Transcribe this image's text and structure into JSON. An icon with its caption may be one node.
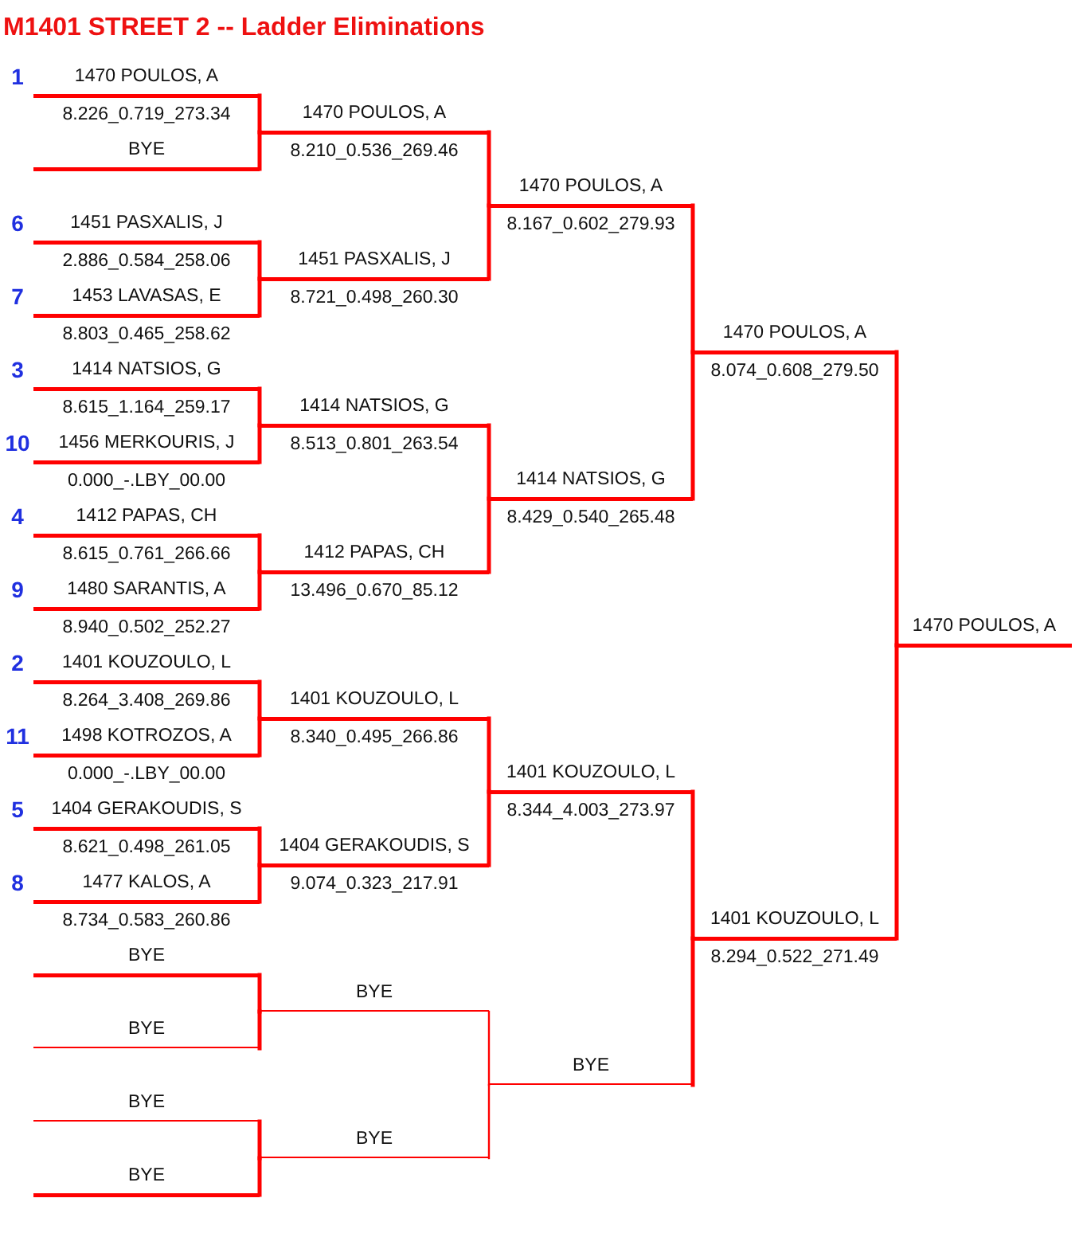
{
  "diagram": {
    "title": "M1401 STREET 2 -- Ladder Eliminations",
    "nodes": [
      {
        "text": [
          "1470 POULOS, A",
          "8.226_0.719_273.34"
        ],
        "beside": [
          "1"
        ]
      },
      {
        "text": [
          "BYE"
        ]
      },
      {
        "text": [
          "1451 PASXALIS, J",
          "2.886_0.584_258.06"
        ],
        "beside": [
          "6"
        ]
      },
      {
        "text": [
          "1453 LAVASAS, E",
          "8.803_0.465_258.62"
        ],
        "beside": [
          "7"
        ]
      },
      {
        "text": [
          "1414 NATSIOS, G",
          "8.615_1.164_259.17"
        ],
        "beside": [
          "3"
        ]
      },
      {
        "text": [
          "1456 MERKOURIS, J",
          "0.000_-.LBY_00.00"
        ],
        "beside": [
          "10"
        ]
      },
      {
        "text": [
          "1412 PAPAS, CH",
          "8.615_0.761_266.66"
        ],
        "beside": [
          "4"
        ]
      },
      {
        "text": [
          "1480 SARANTIS, A",
          "8.940_0.502_252.27"
        ],
        "beside": [
          "9"
        ]
      },
      {
        "text": [
          "1401 KOUZOULO, L",
          "8.264_3.408_269.86"
        ],
        "beside": [
          "2"
        ]
      },
      {
        "text": [
          "1498 KOTROZOS, A",
          "0.000_-.LBY_00.00"
        ],
        "beside": [
          "11"
        ]
      },
      {
        "text": [
          "1404 GERAKOUDIS, S",
          "8.621_0.498_261.05"
        ],
        "beside": [
          "5"
        ]
      },
      {
        "text": [
          "1477 KALOS, A",
          "8.734_0.583_260.86"
        ],
        "beside": [
          "8"
        ]
      },
      {
        "text": [
          "BYE"
        ]
      },
      {
        "text": [
          "BYE"
        ]
      },
      {
        "text": [
          "BYE"
        ]
      },
      {
        "text": [
          "BYE"
        ]
      },
      {
        "text": [
          "1470 POULOS, A",
          "8.210_0.536_269.46"
        ]
      },
      {
        "text": [
          "1451 PASXALIS, J",
          "8.721_0.498_260.30"
        ]
      },
      {
        "text": [
          "1414 NATSIOS, G",
          "8.513_0.801_263.54"
        ]
      },
      {
        "text": [
          "1412 PAPAS, CH",
          "13.496_0.670_85.12"
        ]
      },
      {
        "text": [
          "1401 KOUZOULO, L",
          "8.340_0.495_266.86"
        ]
      },
      {
        "text": [
          "1404 GERAKOUDIS, S",
          "9.074_0.323_217.91"
        ]
      },
      {
        "text": [
          "BYE"
        ]
      },
      {
        "text": [
          "BYE"
        ]
      },
      {
        "text": [
          "1470 POULOS, A",
          "8.167_0.602_279.93"
        ]
      },
      {
        "text": [
          "1414 NATSIOS, G",
          "8.429_0.540_265.48"
        ]
      },
      {
        "text": [
          "1401 KOUZOULO, L",
          "8.344_4.003_273.97"
        ]
      },
      {
        "text": [
          "BYE"
        ]
      },
      {
        "text": [
          "1470 POULOS, A",
          "8.074_0.608_279.50"
        ]
      },
      {
        "text": [
          "1401 KOUZOULO, L",
          "8.294_0.522_271.49"
        ]
      },
      {
        "text": [
          "1470 POULOS, A"
        ]
      }
    ],
    "edges": [
      {
        "from": 0,
        "to": 16,
        "arrow": "none"
      },
      {
        "from": 1,
        "to": 16,
        "arrow": "none"
      },
      {
        "from": 2,
        "to": 17,
        "arrow": "none"
      },
      {
        "from": 3,
        "to": 17,
        "arrow": "none"
      },
      {
        "from": 4,
        "to": 18,
        "arrow": "none"
      },
      {
        "from": 5,
        "to": 18,
        "arrow": "none"
      },
      {
        "from": 6,
        "to": 19,
        "arrow": "none"
      },
      {
        "from": 7,
        "to": 19,
        "arrow": "none"
      },
      {
        "from": 8,
        "to": 20,
        "arrow": "none"
      },
      {
        "from": 9,
        "to": 20,
        "arrow": "none"
      },
      {
        "from": 10,
        "to": 21,
        "arrow": "none"
      },
      {
        "from": 11,
        "to": 21,
        "arrow": "none"
      },
      {
        "from": 12,
        "to": 22,
        "arrow": "none"
      },
      {
        "from": 13,
        "to": 22,
        "arrow": "none"
      },
      {
        "from": 14,
        "to": 23,
        "arrow": "none"
      },
      {
        "from": 15,
        "to": 23,
        "arrow": "none"
      },
      {
        "from": 16,
        "to": 24,
        "arrow": "none"
      },
      {
        "from": 17,
        "to": 24,
        "arrow": "none"
      },
      {
        "from": 18,
        "to": 25,
        "arrow": "none"
      },
      {
        "from": 19,
        "to": 25,
        "arrow": "none"
      },
      {
        "from": 20,
        "to": 26,
        "arrow": "none"
      },
      {
        "from": 21,
        "to": 26,
        "arrow": "none"
      },
      {
        "from": 22,
        "to": 27,
        "arrow": "none"
      },
      {
        "from": 23,
        "to": 27,
        "arrow": "none"
      },
      {
        "from": 24,
        "to": 28,
        "arrow": "none"
      },
      {
        "from": 25,
        "to": 28,
        "arrow": "none"
      },
      {
        "from": 26,
        "to": 29,
        "arrow": "none"
      },
      {
        "from": 27,
        "to": 29,
        "arrow": "none"
      },
      {
        "from": 28,
        "to": 30,
        "arrow": "none"
      },
      {
        "from": 29,
        "to": 30,
        "arrow": "none"
      }
    ]
  }
}
